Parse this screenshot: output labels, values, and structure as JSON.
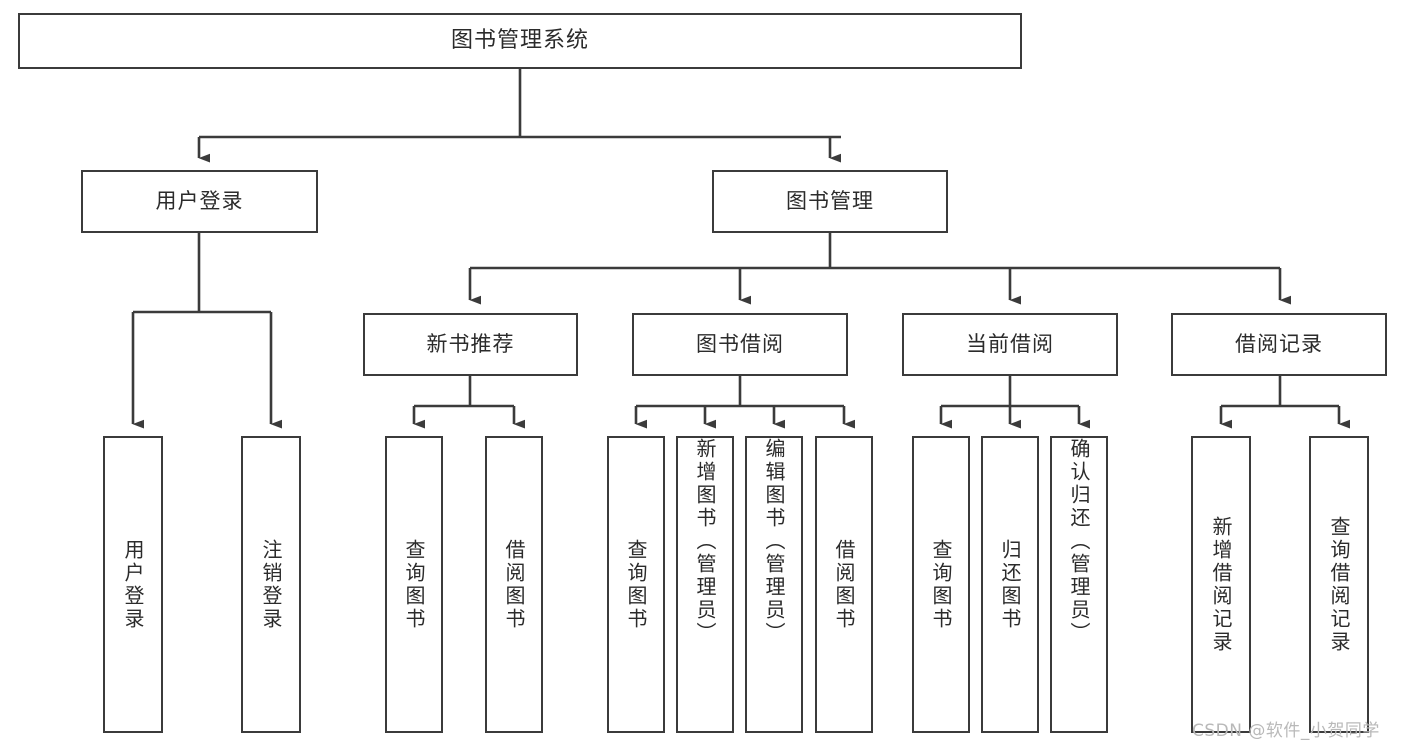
{
  "diagram": {
    "title": "图书管理系统",
    "type": "tree-hierarchy",
    "watermark": "CSDN @软件_小贺同学",
    "colors": {
      "stroke": "#3b3b3b",
      "fill": "#ffffff",
      "text": "#2b2b2b",
      "watermark": "#b9b9b9"
    },
    "root": {
      "label": "图书管理系统"
    },
    "level2": [
      {
        "label": "用户登录"
      },
      {
        "label": "图书管理"
      }
    ],
    "level3": [
      {
        "label": "新书推荐"
      },
      {
        "label": "图书借阅"
      },
      {
        "label": "当前借阅"
      },
      {
        "label": "借阅记录"
      }
    ],
    "leaves": {
      "user_login": [
        {
          "label": "用户登录"
        },
        {
          "label": "注销登录"
        }
      ],
      "new_book_recommend": [
        {
          "label": "查询图书"
        },
        {
          "label": "借阅图书"
        }
      ],
      "book_borrow": [
        {
          "label": "查询图书"
        },
        {
          "label": "新增图书（管理员）"
        },
        {
          "label": "编辑图书（管理员）"
        },
        {
          "label": "借阅图书"
        }
      ],
      "current_borrow": [
        {
          "label": "查询图书"
        },
        {
          "label": "归还图书"
        },
        {
          "label": "确认归还（管理员）"
        }
      ],
      "borrow_records": [
        {
          "label": "新增借阅记录"
        },
        {
          "label": "查询借阅记录"
        }
      ]
    }
  }
}
